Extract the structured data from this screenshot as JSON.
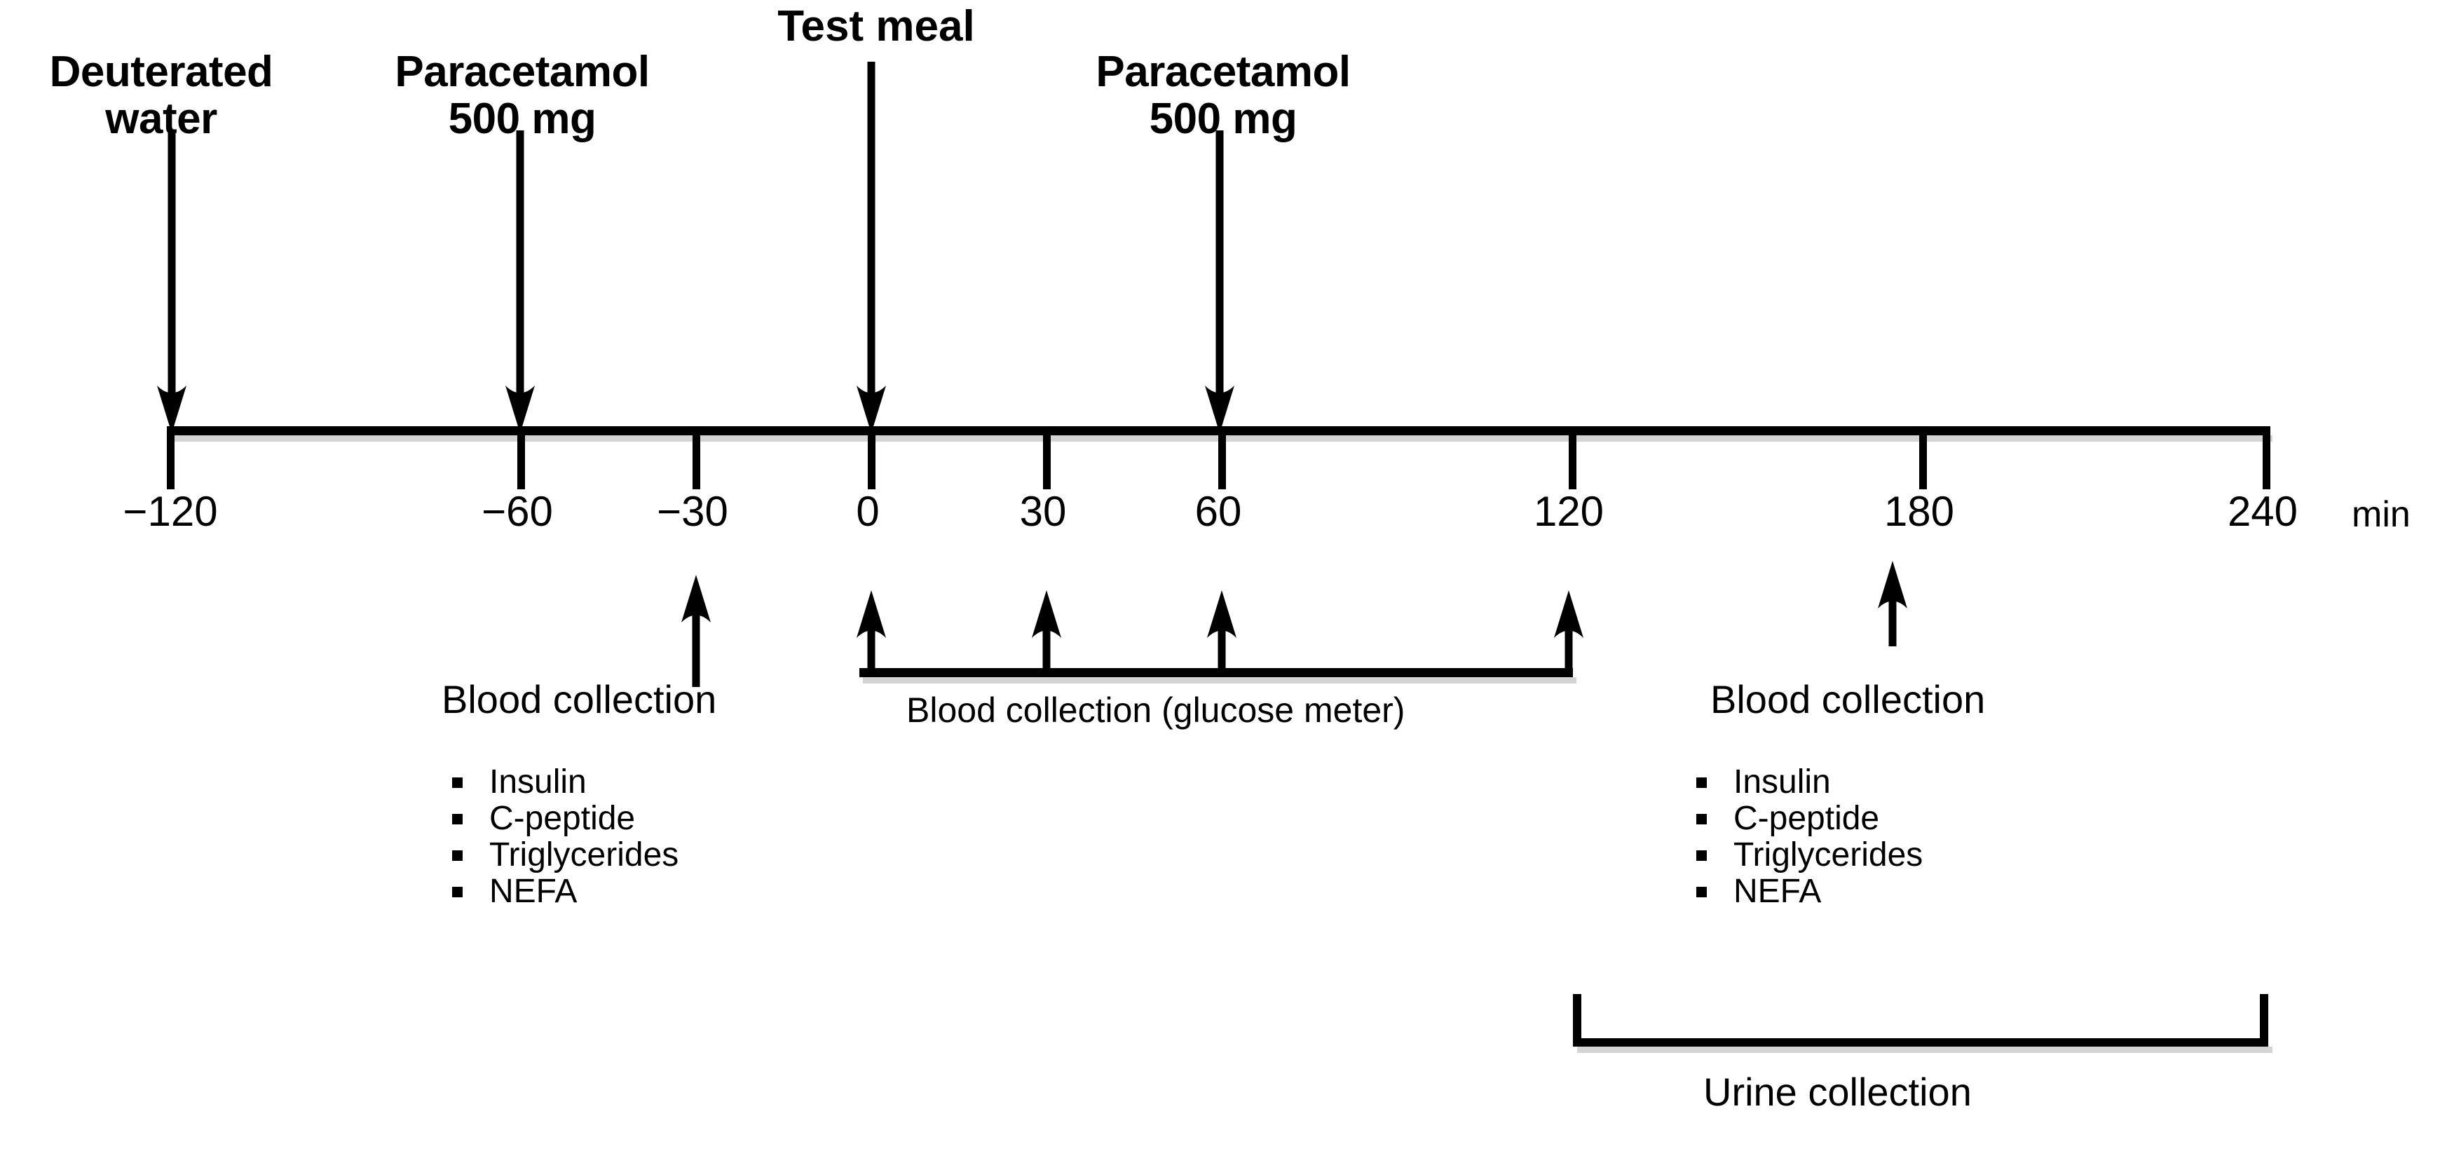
{
  "figure": {
    "type": "study-protocol-timeline",
    "axis_unit": "min",
    "axis_unit_label": "min"
  },
  "axis": {
    "ticks": [
      {
        "label": "−120",
        "value": -120
      },
      {
        "label": "−60",
        "value": -60
      },
      {
        "label": "−30",
        "value": -30
      },
      {
        "label": "0",
        "value": 0
      },
      {
        "label": "30",
        "value": 30
      },
      {
        "label": "60",
        "value": 60
      },
      {
        "label": "120",
        "value": 120
      },
      {
        "label": "180",
        "value": 180
      },
      {
        "label": "240",
        "value": 240
      }
    ],
    "range": [
      -120,
      240
    ]
  },
  "interventions": [
    {
      "id": "deuterated-water",
      "label": "Deuterated\nwater",
      "time": -120,
      "bold": true
    },
    {
      "id": "paracetamol-1",
      "label": "Paracetamol\n500 mg",
      "time": -60,
      "bold": true
    },
    {
      "id": "test-meal",
      "label": "Test meal",
      "time": 0,
      "bold": true
    },
    {
      "id": "paracetamol-2",
      "label": "Paracetamol\n500 mg",
      "time": 60,
      "bold": true
    }
  ],
  "sampling": {
    "blood_left": {
      "title": "Blood collection",
      "times": [
        -30
      ],
      "analytes": [
        "Insulin",
        "C-peptide",
        "Triglycerides",
        "NEFA"
      ]
    },
    "glucose_meter": {
      "title": "Blood collection (glucose meter)",
      "times": [
        0,
        30,
        60,
        120
      ]
    },
    "blood_right": {
      "title": "Blood collection",
      "times": [
        180
      ],
      "analytes": [
        "Insulin",
        "C-peptide",
        "Triglycerides",
        "NEFA"
      ]
    },
    "urine": {
      "title": "Urine collection",
      "span": [
        120,
        240
      ]
    }
  },
  "colors": {
    "ink": "#000000",
    "background": "#ffffff",
    "shadow": "rgba(0,0,0,0.17)"
  }
}
